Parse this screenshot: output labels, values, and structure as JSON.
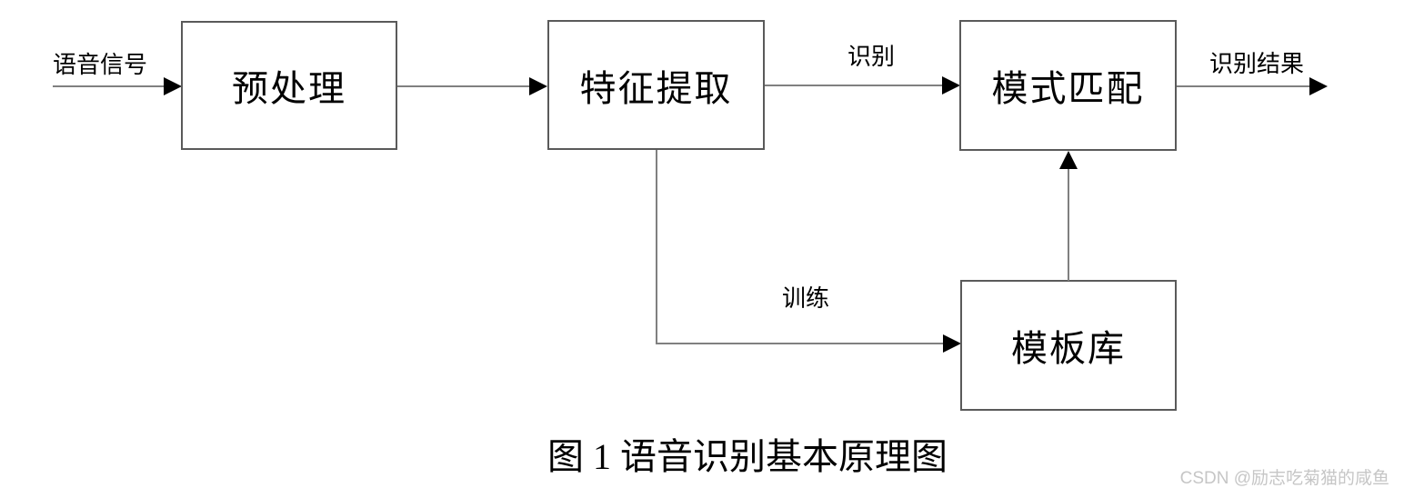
{
  "diagram": {
    "boxes": {
      "preprocess": {
        "label": "预处理"
      },
      "feature_extraction": {
        "label": "特征提取"
      },
      "pattern_matching": {
        "label": "模式匹配"
      },
      "template_library": {
        "label": "模板库"
      }
    },
    "edge_labels": {
      "input": "语音信号",
      "recognition": "识别",
      "result": "识别结果",
      "training": "训练"
    },
    "caption": "图 1  语音识别基本原理图",
    "watermark": "CSDN @励志吃菊猫的咸鱼",
    "colors": {
      "box_border": "#5a5a5a",
      "connector_line": "#808080",
      "arrowhead": "#000000",
      "text": "#000000",
      "watermark_text": "#c6c6c6",
      "background": "#ffffff"
    }
  }
}
